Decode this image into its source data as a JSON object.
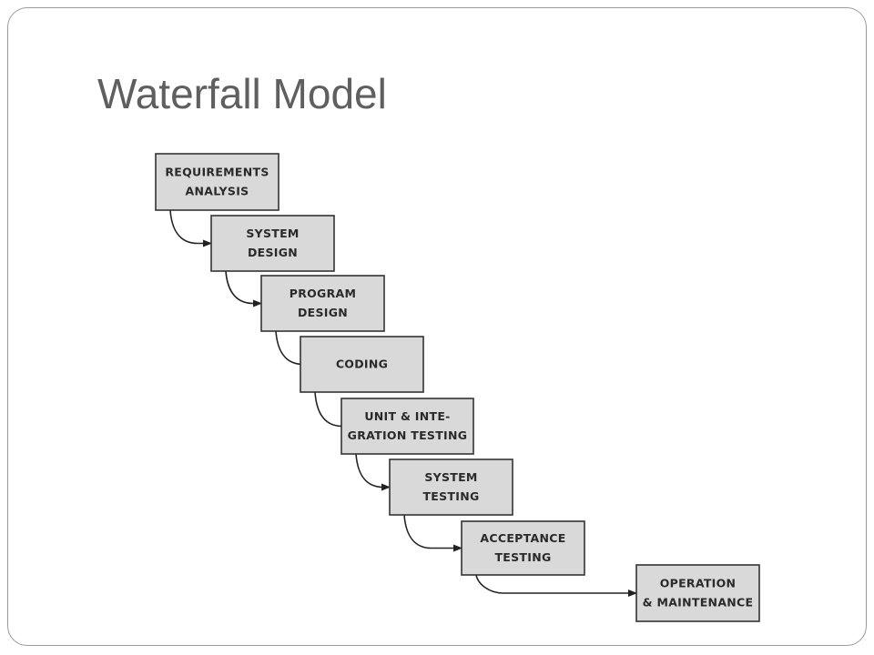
{
  "slide": {
    "title": "Waterfall Model"
  },
  "diagram": {
    "steps": [
      {
        "lines": [
          "REQUIREMENTS",
          "ANALYSIS"
        ]
      },
      {
        "lines": [
          "SYSTEM",
          "DESIGN"
        ]
      },
      {
        "lines": [
          "PROGRAM",
          "DESIGN"
        ]
      },
      {
        "lines": [
          "CODING"
        ]
      },
      {
        "lines": [
          "UNIT & INTE-",
          "GRATION TESTING"
        ]
      },
      {
        "lines": [
          "SYSTEM",
          "TESTING"
        ]
      },
      {
        "lines": [
          "ACCEPTANCE",
          "TESTING"
        ]
      },
      {
        "lines": [
          "OPERATION",
          "& MAINTENANCE"
        ]
      }
    ],
    "colors": {
      "box_fill": "#d9d9d9",
      "box_stroke": "#333333",
      "arrow": "#222222"
    }
  }
}
